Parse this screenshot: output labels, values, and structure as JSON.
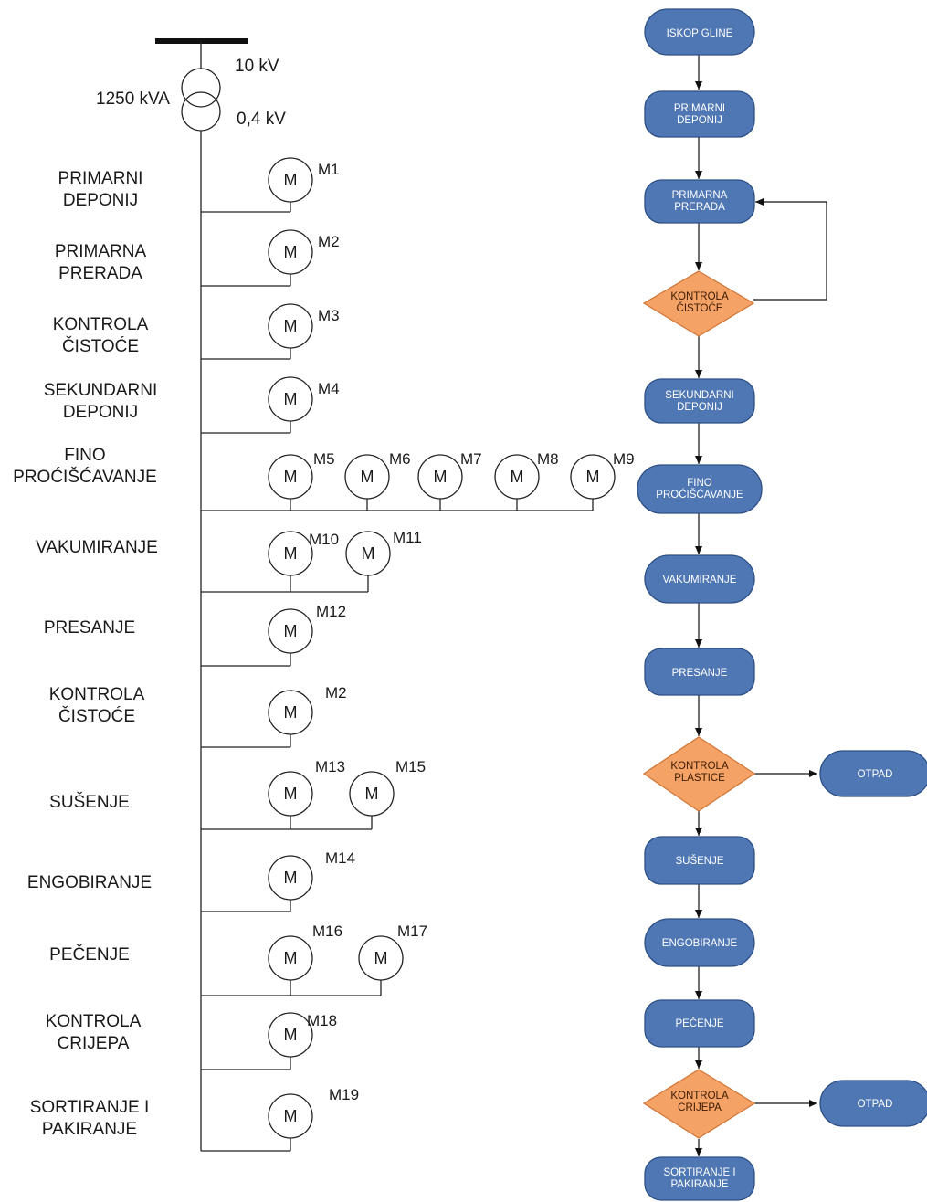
{
  "supply": {
    "hv_label": "10 kV",
    "lv_label": "0,4 kV",
    "power_label": "1250 kVA"
  },
  "stations": [
    {
      "lines": [
        "PRIMARNI",
        "DEPONIJ"
      ],
      "motors": [
        "M1"
      ]
    },
    {
      "lines": [
        "PRIMARNA",
        "PRERADA"
      ],
      "motors": [
        "M2"
      ]
    },
    {
      "lines": [
        "KONTROLA",
        "ČISTOĆE"
      ],
      "motors": [
        "M3"
      ]
    },
    {
      "lines": [
        "SEKUNDARNI",
        "DEPONIJ"
      ],
      "motors": [
        "M4"
      ]
    },
    {
      "lines": [
        "FINO",
        "PROĆIŠĆAVANJE"
      ],
      "motors": [
        "M5",
        "M6",
        "M7",
        "M8",
        "M9"
      ]
    },
    {
      "lines": [
        "VAKUMIRANJE"
      ],
      "motors": [
        "M10",
        "M11"
      ]
    },
    {
      "lines": [
        "PRESANJE"
      ],
      "motors": [
        "M12"
      ]
    },
    {
      "lines": [
        "KONTROLA",
        "ČISTOĆE"
      ],
      "motors": [
        "M2"
      ]
    },
    {
      "lines": [
        "SUŠENJE"
      ],
      "motors": [
        "M13",
        "M15"
      ]
    },
    {
      "lines": [
        "ENGOBIRANJE"
      ],
      "motors": [
        "M14"
      ]
    },
    {
      "lines": [
        "PEČENJE"
      ],
      "motors": [
        "M16",
        "M17"
      ]
    },
    {
      "lines": [
        "KONTROLA",
        "CRIJEPA"
      ],
      "motors": [
        "M18"
      ]
    },
    {
      "lines": [
        "SORTIRANJE I",
        "PAKIRANJE"
      ],
      "motors": [
        "M19"
      ]
    }
  ],
  "motor_symbol": "M",
  "flow": {
    "nodes": [
      {
        "id": "n1",
        "kind": "process",
        "lines": [
          "ISKOP GLINE"
        ]
      },
      {
        "id": "n2",
        "kind": "process",
        "lines": [
          "PRIMARNI",
          "DEPONIJ"
        ]
      },
      {
        "id": "n3",
        "kind": "process",
        "lines": [
          "PRIMARNA",
          "PRERADA"
        ]
      },
      {
        "id": "n4",
        "kind": "decision",
        "lines": [
          "KONTROLA",
          "ČISTOĆE"
        ]
      },
      {
        "id": "n5",
        "kind": "process",
        "lines": [
          "SEKUNDARNI",
          "DEPONIJ"
        ]
      },
      {
        "id": "n6",
        "kind": "process",
        "lines": [
          "FINO",
          "PROĆIŠĆAVANJE"
        ]
      },
      {
        "id": "n7",
        "kind": "process",
        "lines": [
          "VAKUMIRANJE"
        ]
      },
      {
        "id": "n8",
        "kind": "process",
        "lines": [
          "PRESANJE"
        ]
      },
      {
        "id": "n9",
        "kind": "decision",
        "lines": [
          "KONTROLA",
          "PLASTICE"
        ]
      },
      {
        "id": "n10",
        "kind": "process",
        "lines": [
          "SUŠENJE"
        ]
      },
      {
        "id": "n11",
        "kind": "process",
        "lines": [
          "ENGOBIRANJE"
        ]
      },
      {
        "id": "n12",
        "kind": "process",
        "lines": [
          "PEČENJE"
        ]
      },
      {
        "id": "n13",
        "kind": "decision",
        "lines": [
          "KONTROLA",
          "CRIJEPA"
        ]
      },
      {
        "id": "n14",
        "kind": "process",
        "lines": [
          "SORTIRANJE I",
          "PAKIRANJE"
        ]
      },
      {
        "id": "w1",
        "kind": "process",
        "lines": [
          "OTPAD"
        ]
      },
      {
        "id": "w2",
        "kind": "process",
        "lines": [
          "OTPAD"
        ]
      }
    ],
    "edges": [
      [
        "n1",
        "n2"
      ],
      [
        "n2",
        "n3"
      ],
      [
        "n3",
        "n4"
      ],
      [
        "n4",
        "n3"
      ],
      [
        "n4",
        "n5"
      ],
      [
        "n5",
        "n6"
      ],
      [
        "n6",
        "n7"
      ],
      [
        "n7",
        "n8"
      ],
      [
        "n8",
        "n9"
      ],
      [
        "n9",
        "w1"
      ],
      [
        "n9",
        "n10"
      ],
      [
        "n10",
        "n11"
      ],
      [
        "n11",
        "n12"
      ],
      [
        "n12",
        "n13"
      ],
      [
        "n13",
        "w2"
      ],
      [
        "n13",
        "n14"
      ]
    ]
  },
  "colors": {
    "process_fill": "#4f77b3",
    "process_stroke": "#2d4f86",
    "decision_fill": "#f5a266",
    "decision_stroke": "#d0783a"
  }
}
